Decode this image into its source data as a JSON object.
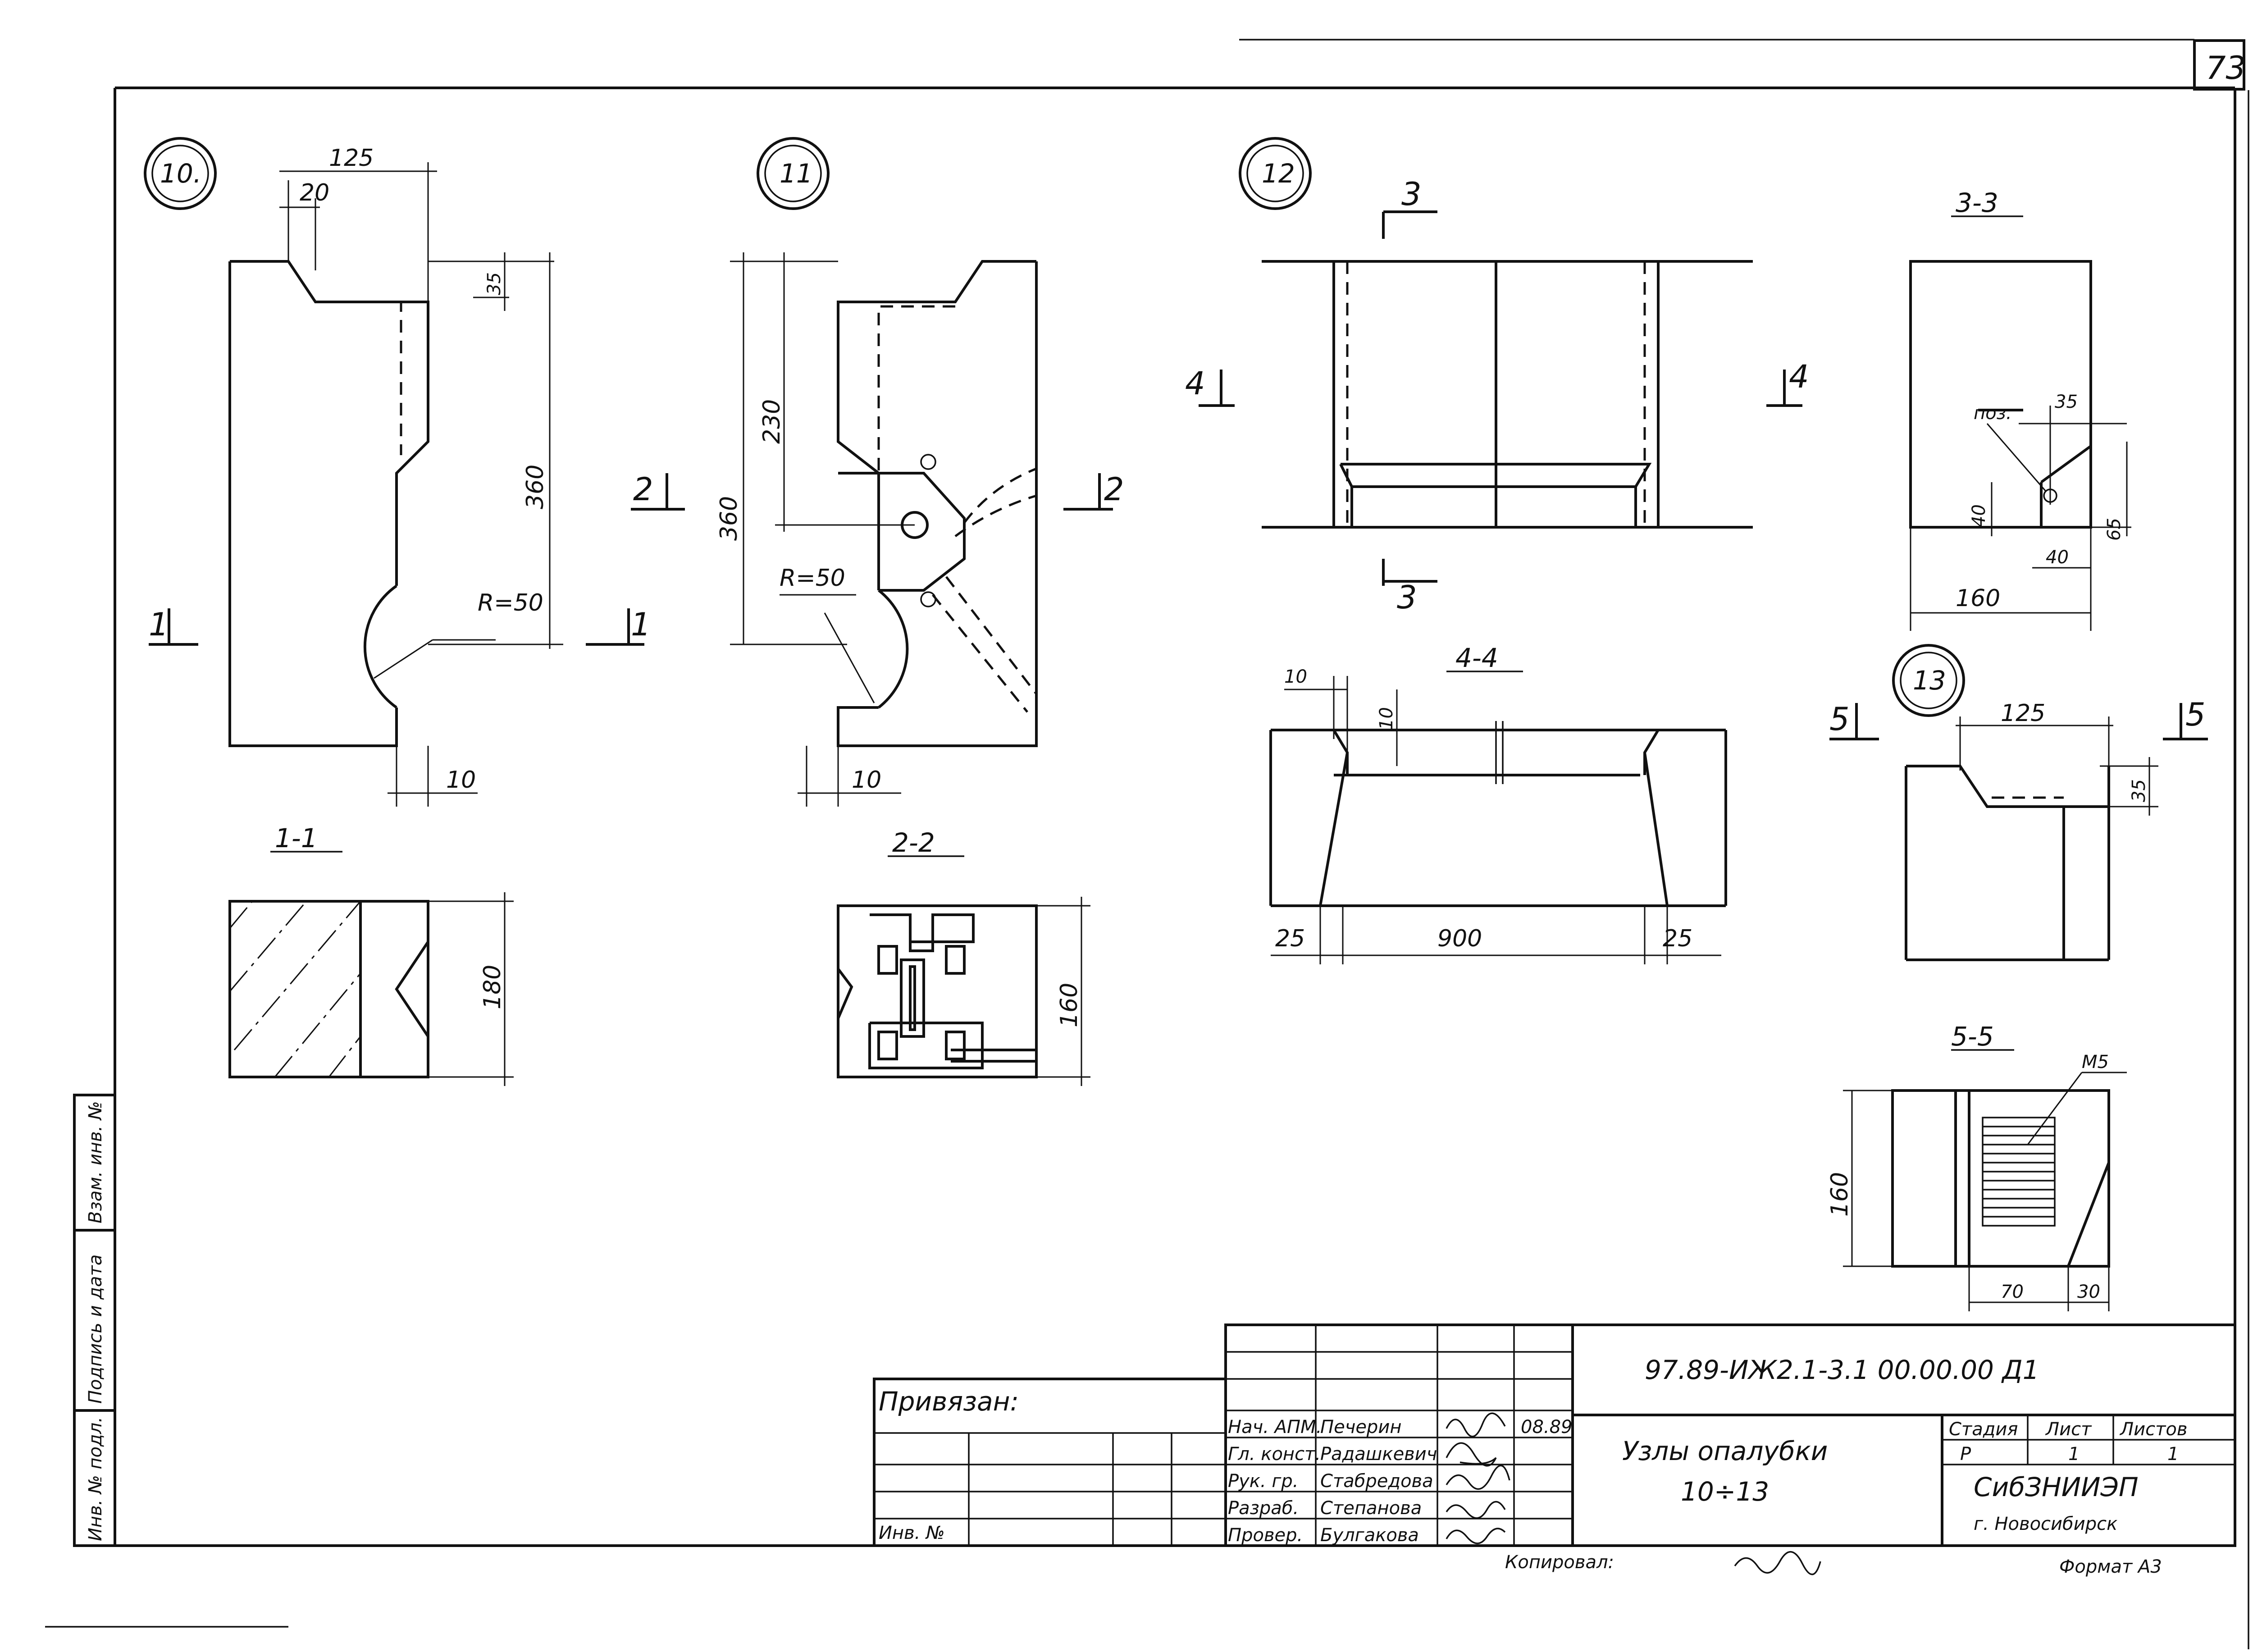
{
  "sheet_number": "73",
  "nodes": {
    "n10": {
      "label": "10.",
      "dims": [
        "125",
        "20",
        "35",
        "360",
        "R=50",
        "10"
      ]
    },
    "n11": {
      "label": "11",
      "dims": [
        "230",
        "360",
        "R=50",
        "10"
      ]
    },
    "n12": {
      "label": "12"
    },
    "n13": {
      "label": "13",
      "dims": [
        "125",
        "35"
      ]
    }
  },
  "section_marks": {
    "s1": "1",
    "s2": "2",
    "s3": "3",
    "s4": "4",
    "s5": "5"
  },
  "sections": {
    "sec_1_1": {
      "title": "1-1",
      "dims": [
        "180"
      ]
    },
    "sec_2_2": {
      "title": "2-2",
      "dims": [
        "160"
      ]
    },
    "sec_3_3": {
      "title": "3-3",
      "pos_label": "поз.",
      "dims": [
        "35",
        "40",
        "65",
        "40",
        "160"
      ]
    },
    "sec_4_4": {
      "title": "4-4",
      "dims": [
        "10",
        "10",
        "25",
        "900",
        "25"
      ]
    },
    "sec_5_5": {
      "title": "5-5",
      "leader": "M5",
      "dims": [
        "160",
        "70",
        "30"
      ]
    }
  },
  "side_stamp": {
    "col1": "Инв. № подл.",
    "col2": "Подпись и дата",
    "col3": "Взам. инв. №"
  },
  "title_block": {
    "doc_code": "97.89-ИЖ2.1-3.1    00.00.00   Д1",
    "privyazan": "Привязан:",
    "inv_no": "Инв. №",
    "title_line1": "Узлы опалубки",
    "title_line2": "10÷13",
    "stage_hdr": "Стадия",
    "sheet_hdr": "Лист",
    "sheets_hdr": "Листов",
    "stage": "Р",
    "sheet": "1",
    "sheets": "1",
    "org_line1": "СибЗНИИЭП",
    "org_line2": "г. Новосибирск",
    "date": "08.89",
    "staff": [
      {
        "role": "Нач. АПМ.",
        "name": "Печерин"
      },
      {
        "role": "Гл. конст.",
        "name": "Радашкевич"
      },
      {
        "role": "Рук. гр.",
        "name": "Стабредова"
      },
      {
        "role": "Разраб.",
        "name": "Степанова"
      },
      {
        "role": "Провер.",
        "name": "Булгакова"
      }
    ]
  },
  "footer": {
    "copied": "Копировал:",
    "format": "Формат А3"
  }
}
